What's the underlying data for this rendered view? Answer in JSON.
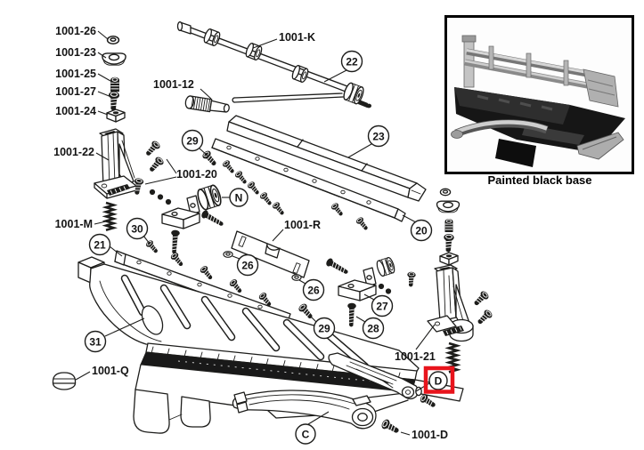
{
  "figure": {
    "caption": "Painted black base",
    "line_color": "#1d1d1b",
    "highlight_color": "#e8141c",
    "background": "#ffffff"
  },
  "part_labels": {
    "n1001_26": "1001-26",
    "n1001_23": "1001-23",
    "n1001_25": "1001-25",
    "n1001_27": "1001-27",
    "n1001_24": "1001-24",
    "n1001_22": "1001-22",
    "n1001_m": "1001-M",
    "n1001_k": "1001-K",
    "n1001_12": "1001-12",
    "n1001_20": "1001-20",
    "n1001_r": "1001-R",
    "n1001_q": "1001-Q",
    "n1001_21": "1001-21",
    "n1001_d": "1001-D"
  },
  "callouts": {
    "c22": "22",
    "c23": "23",
    "c29_top": "29",
    "cN": "N",
    "c20": "20",
    "c30": "30",
    "c21": "21",
    "c26_left": "26",
    "c26_mid": "26",
    "c27": "27",
    "c28": "28",
    "c29_bottom": "29",
    "c31": "31",
    "cC": "C",
    "cD": "D"
  },
  "highlight": {
    "target_callout": "D"
  }
}
